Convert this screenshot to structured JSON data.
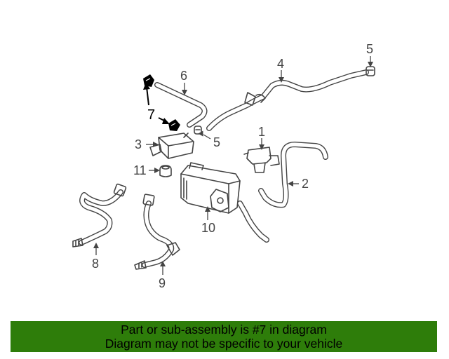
{
  "callouts": {
    "c1": "1",
    "c2": "2",
    "c3": "3",
    "c4": "4",
    "c5a": "5",
    "c5b": "5",
    "c6": "6",
    "c7": "7",
    "c8": "8",
    "c9": "9",
    "c10": "10",
    "c11": "11"
  },
  "highlighted_part": "7",
  "colors": {
    "banner_background": "#2e7d0a",
    "line_art": "#444444",
    "highlight": "#000000"
  },
  "banner": {
    "line1": "Part or sub-assembly is #7 in diagram",
    "line2": "Diagram may not be specific to your vehicle"
  }
}
